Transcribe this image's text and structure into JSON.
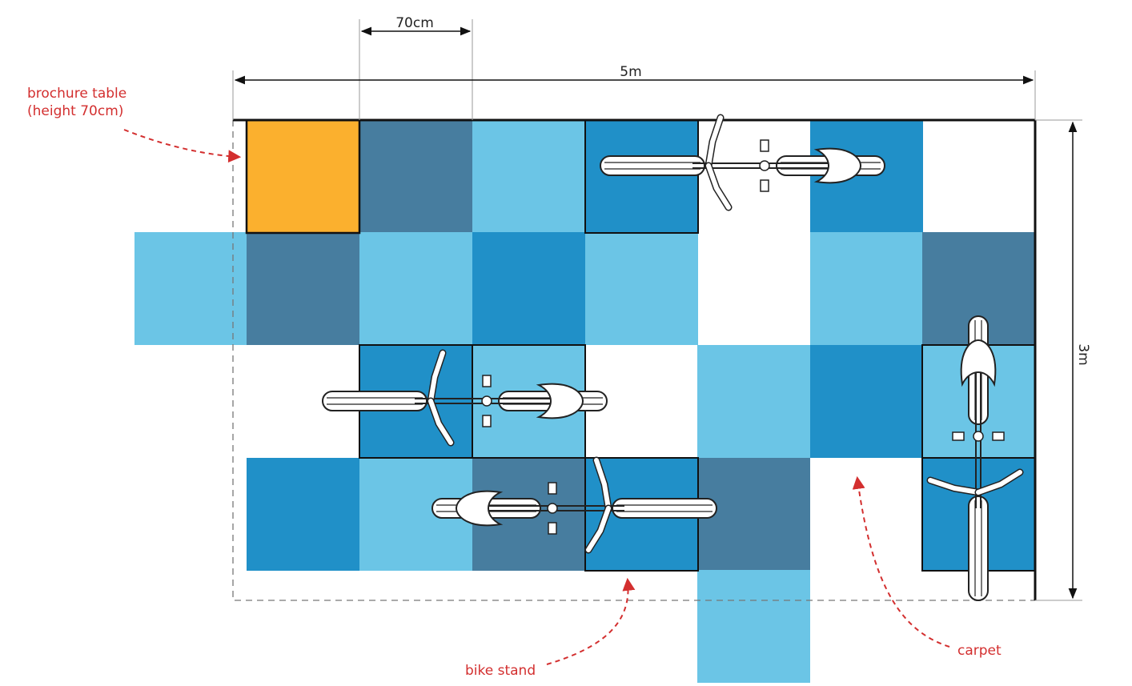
{
  "dimensions": {
    "module_width": "70cm",
    "total_width": "5m",
    "total_depth": "3m"
  },
  "annotations": {
    "brochure_table": [
      "brochure table",
      "(height 70cm)"
    ],
    "bike_stand": "bike stand",
    "carpet": "carpet"
  },
  "colors": {
    "light_blue": "#6bc5e6",
    "mid_blue": "#2090c8",
    "slate_blue": "#477d9f",
    "orange_table": "#fbb02e",
    "annotation_red": "#d32f2f",
    "outline": "#111111"
  },
  "icons": {
    "bike": "bicycle-top-view-icon",
    "arrow": "dashed-curved-arrow-icon"
  }
}
